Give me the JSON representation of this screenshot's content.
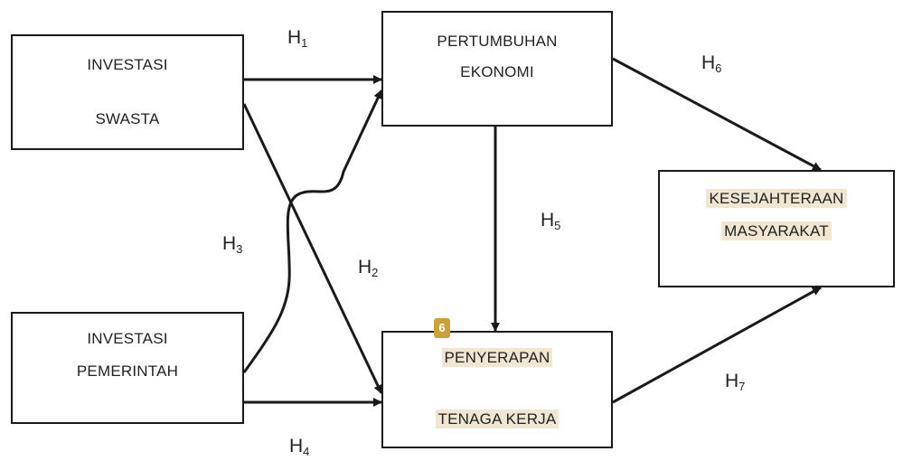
{
  "nodes": {
    "investasi_swasta": {
      "line1": "INVESTASI",
      "line2": "SWASTA"
    },
    "investasi_pemerintah": {
      "line1": "INVESTASI",
      "line2": "PEMERINTAH"
    },
    "pertumbuhan_ekonomi": {
      "line1": "PERTUMBUHAN",
      "line2": "EKONOMI"
    },
    "penyerapan_tenaga_kerja": {
      "line1": "PENYERAPAN",
      "line2": "TENAGA KERJA"
    },
    "kesejahteraan_masyarakat": {
      "line1": "KESEJAHTERAAN",
      "line2": "MASYARAKAT"
    }
  },
  "hypotheses": {
    "h1": {
      "letter": "H",
      "num": "1"
    },
    "h2": {
      "letter": "H",
      "num": "2"
    },
    "h3": {
      "letter": "H",
      "num": "3"
    },
    "h4": {
      "letter": "H",
      "num": "4"
    },
    "h5": {
      "letter": "H",
      "num": "5"
    },
    "h6": {
      "letter": "H",
      "num": "6"
    },
    "h7": {
      "letter": "H",
      "num": "7"
    }
  },
  "badge": {
    "label": "6"
  },
  "colors": {
    "highlight": "#f0e6d2",
    "badge": "#c9a23a",
    "stroke": "#1a1a1a"
  }
}
